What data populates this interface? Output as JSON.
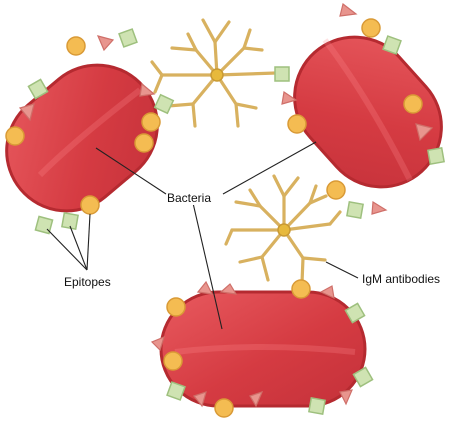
{
  "labels": {
    "bacteria": "Bacteria",
    "epitopes": "Epitopes",
    "igm": "IgM antibodies"
  },
  "colors": {
    "bacterium_fill": "#d53b42",
    "bacterium_edge": "#b52a30",
    "antibody": "#d8b15f",
    "antibody_core": "#e7b93c",
    "epitope_round": "#f4bc52",
    "epitope_square": "#cfe3b2",
    "epitope_triangle": "#e8958e",
    "leader_line": "#222222"
  }
}
